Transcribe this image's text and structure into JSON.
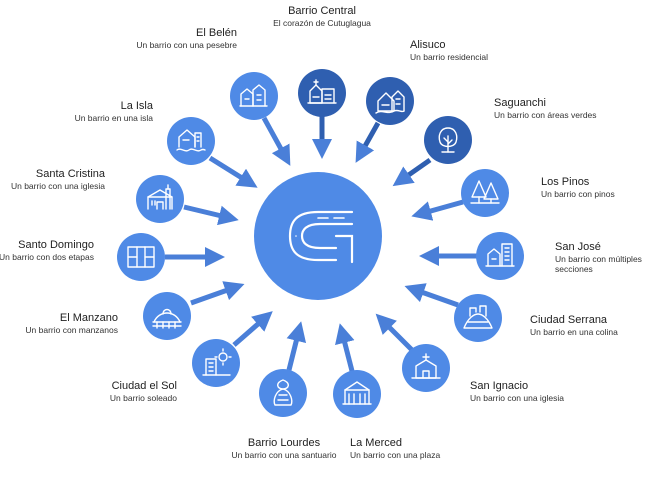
{
  "colors": {
    "center": "#4f8ae6",
    "node_dark": "#2f5fb0",
    "node_light": "#4f8ae6",
    "arrow": "#4a7fd8",
    "icon": "#ffffff"
  },
  "hub": {
    "icon": "road-curve-icon"
  },
  "neighborhoods": [
    {
      "title": "Barrio Central",
      "subtitle": "El corazón de Cutuglagua",
      "icon": "church-town-icon"
    },
    {
      "title": "Alisuco",
      "subtitle": "Un barrio residencial",
      "icon": "houses-icon"
    },
    {
      "title": "Saguanchi",
      "subtitle": "Un barrio con áreas verdes",
      "icon": "tree-icon"
    },
    {
      "title": "Los Pinos",
      "subtitle": "Un barrio con pinos",
      "icon": "pine-trees-icon"
    },
    {
      "title": "San José",
      "subtitle": "Un barrio con múltiples secciones",
      "icon": "buildings-icon"
    },
    {
      "title": "Ciudad Serrana",
      "subtitle": "Un barrio en una colina",
      "icon": "hill-town-icon"
    },
    {
      "title": "San Ignacio",
      "subtitle": "Un barrio con una iglesia",
      "icon": "chapel-icon"
    },
    {
      "title": "La Merced",
      "subtitle": "Un barrio con una plaza",
      "icon": "plaza-icon"
    },
    {
      "title": "Barrio Lourdes",
      "subtitle": "Un barrio con una santuario",
      "icon": "sanctuary-icon"
    },
    {
      "title": "Ciudad el Sol",
      "subtitle": "Un barrio soleado",
      "icon": "sun-building-icon"
    },
    {
      "title": "El Manzano",
      "subtitle": "Un barrio con manzanos",
      "icon": "orchard-icon"
    },
    {
      "title": "Santo Domingo",
      "subtitle": "Un barrio con dos etapas",
      "icon": "grid-blocks-icon"
    },
    {
      "title": "Santa Cristina",
      "subtitle": "Un barrio con una iglesia",
      "icon": "church-icon"
    },
    {
      "title": "La Isla",
      "subtitle": "Un barrio en una isla",
      "icon": "island-town-icon"
    },
    {
      "title": "El Belén",
      "subtitle": "Un barrio con una pesebre",
      "icon": "nativity-houses-icon"
    }
  ]
}
